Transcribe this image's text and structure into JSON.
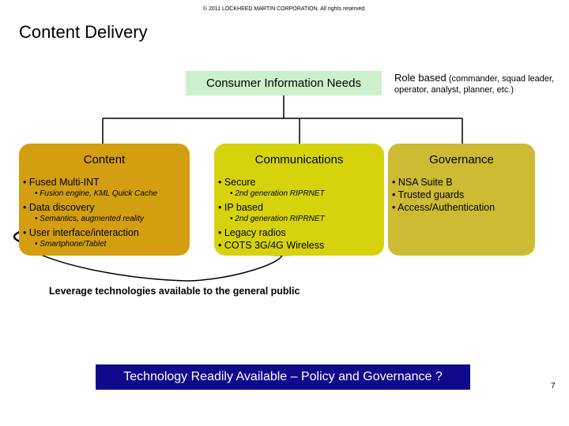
{
  "header": {
    "copyright": "© 2011 LOCKHEED MARTIN CORPORATION. All rights reserved.",
    "title": "Content Delivery"
  },
  "consumer_needs": "Consumer Information Needs",
  "role_note": {
    "lead": "Role based",
    "rest": " (commander, squad leader, operator, analyst, planner, etc.)"
  },
  "content_box": {
    "heading": "Content",
    "items": [
      "• Fused Multi-INT",
      "• Fusion engine, KML Quick Cache",
      "• Data discovery",
      "• Semantics, augmented reality",
      "• User interface/interaction",
      "• Smartphone/Tablet"
    ]
  },
  "communications_box": {
    "heading": "Communications",
    "items": [
      "• Secure",
      "• 2nd generation RIPRNET",
      "• IP based",
      "• 2nd generation RIPRNET",
      "• Legacy radios",
      "• COTS 3G/4G Wireless"
    ]
  },
  "governance_box": {
    "heading": "Governance",
    "items": [
      "• NSA Suite B",
      "• Trusted guards",
      "• Access/Authentication"
    ]
  },
  "leverage_text": "Leverage technologies available to the general public",
  "banner": "Technology Readily Available – Policy and Governance ?",
  "page_number": "7",
  "colors": {
    "content_box": "#d39f10",
    "communications_box": "#d6d30c",
    "governance_box": "#ccbb33",
    "consumer_box": "#ccf0cc",
    "banner": "#0f0a8c"
  }
}
